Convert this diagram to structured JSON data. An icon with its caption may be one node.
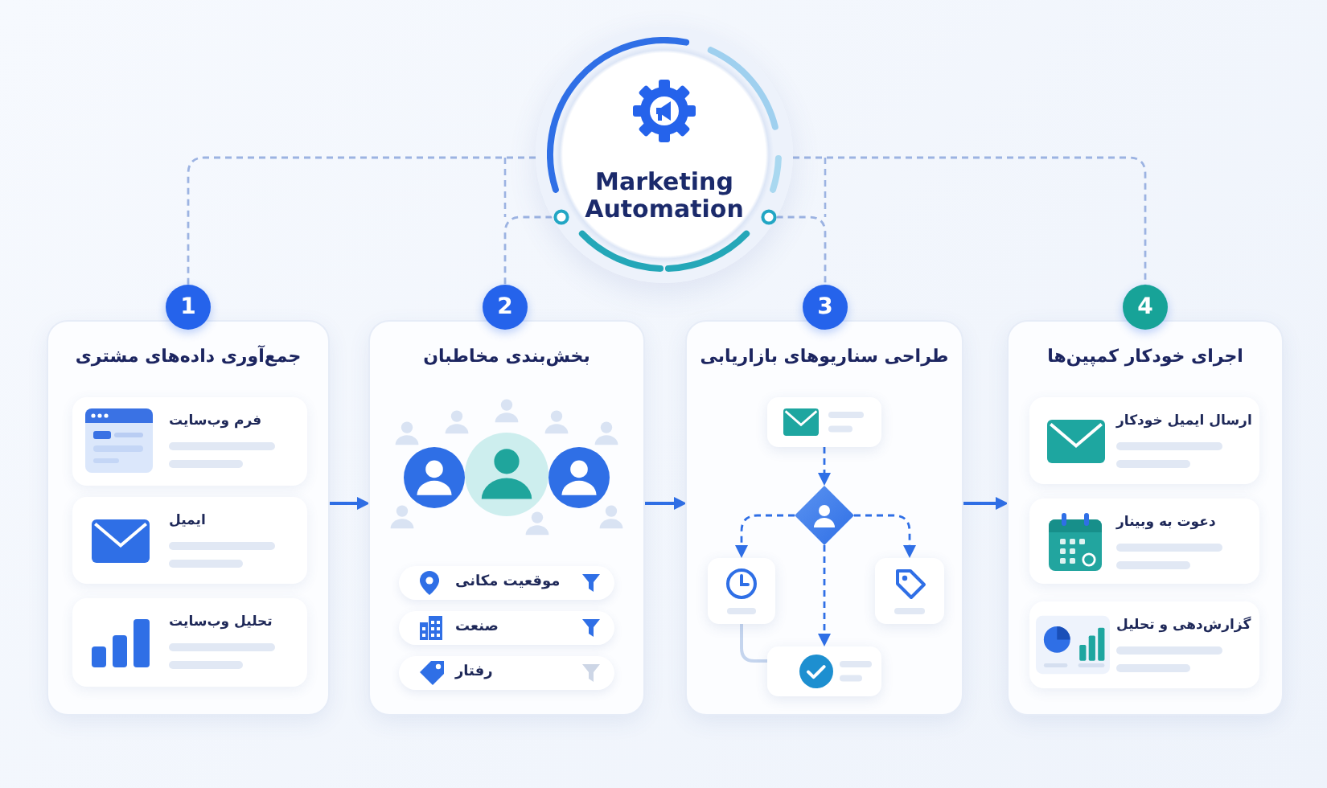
{
  "diagram": {
    "nodes": [
      {
        "text": [
          "Marketing Automation"
        ]
      },
      {
        "text": [
          "1"
        ]
      },
      {
        "text": [
          "جمع‌آوری داده‌های مشتری"
        ]
      },
      {
        "text": [
          "فرم وب‌سایت"
        ],
        "in": 2
      },
      {
        "text": [
          "ایمیل"
        ],
        "in": 2
      },
      {
        "text": [
          "تحلیل وب‌سایت"
        ],
        "in": 2
      },
      {
        "text": [
          "2"
        ]
      },
      {
        "text": [
          "بخش‌بندی مخاطبان"
        ]
      },
      {
        "text": [
          "موقعیت مکانی"
        ],
        "in": 7
      },
      {
        "text": [
          "صنعت"
        ],
        "in": 7
      },
      {
        "text": [
          "رفتار"
        ],
        "in": 7
      },
      {
        "text": [
          "3"
        ]
      },
      {
        "text": [
          "طراحی سناریوهای بازاریابی"
        ]
      },
      {
        "text": [],
        "shape": "box",
        "in": 12
      },
      {
        "text": [],
        "shape": "diamond",
        "in": 12
      },
      {
        "text": [],
        "shape": "box",
        "in": 12
      },
      {
        "text": [],
        "shape": "box",
        "in": 12
      },
      {
        "text": [],
        "shape": "box",
        "in": 12
      },
      {
        "text": [
          "4"
        ]
      },
      {
        "text": [
          "اجرای خودکار کمپین‌ها"
        ]
      },
      {
        "text": [
          "ارسال ایمیل خودکار"
        ],
        "in": 19
      },
      {
        "text": [
          "دعوت به وبینار"
        ],
        "in": 19
      },
      {
        "text": [
          "گزارش‌دهی و تحلیل"
        ],
        "in": 19
      }
    ],
    "edges": [
      {
        "from": 0,
        "to": 1,
        "arrow": "none",
        "style": "dashed",
        "color": "#9cb3e2"
      },
      {
        "from": 0,
        "to": 6,
        "arrow": "none",
        "style": "dashed",
        "color": "#9cb3e2"
      },
      {
        "from": 0,
        "to": 11,
        "arrow": "none",
        "style": "dashed",
        "color": "#9cb3e2"
      },
      {
        "from": 0,
        "to": 18,
        "arrow": "none",
        "style": "dashed",
        "color": "#9cb3e2"
      },
      {
        "from": 2,
        "to": 7,
        "arrow": "to"
      },
      {
        "from": 7,
        "to": 12,
        "arrow": "to"
      },
      {
        "from": 12,
        "to": 19,
        "arrow": "to"
      },
      {
        "from": 13,
        "to": 14,
        "arrow": "to",
        "style": "dashed"
      },
      {
        "from": 14,
        "to": 15,
        "arrow": "to",
        "style": "dashed"
      },
      {
        "from": 14,
        "to": 16,
        "arrow": "to",
        "style": "dashed"
      },
      {
        "from": 14,
        "to": 17,
        "arrow": "to",
        "style": "dashed"
      },
      {
        "from": 15,
        "to": 17,
        "arrow": "none",
        "color": "#c5d5ee"
      }
    ]
  }
}
